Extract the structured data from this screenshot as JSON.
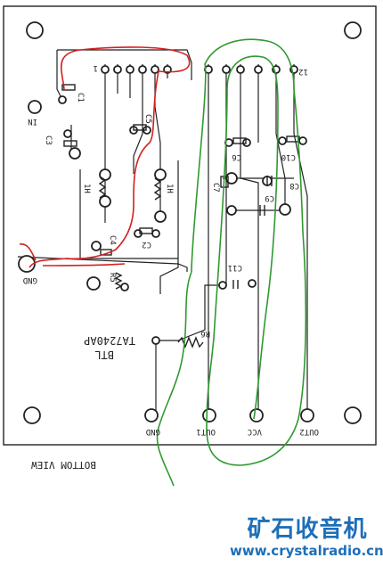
{
  "board": {
    "title_line1": "TA7240AP",
    "title_line2": "BTL",
    "view_label": "BOTTOM VIEW"
  },
  "labels": {
    "in": "IN",
    "gnd_left": "GND",
    "c1": "C1",
    "c2": "C2",
    "c3": "C3",
    "c4": "C4",
    "c5": "C5",
    "c6": "C6",
    "c7": "C7",
    "c8": "C8",
    "c9": "C9",
    "c10": "C10",
    "c11": "C11",
    "r1": "1H",
    "r2": "1H",
    "r5": "R5",
    "r6": "R6",
    "pin1": "1",
    "pin12": "12",
    "out_gnd": "GND",
    "out1": "OUT1",
    "vcc": "VCC",
    "out2": "OUT2"
  },
  "watermark": {
    "chinese": "矿石收音机",
    "url": "www.crystalradio.cn"
  },
  "colors": {
    "trace": "#222222",
    "red_wire": "#d42020",
    "green_wire": "#2f9a2f",
    "watermark": "#1e6fb8"
  }
}
